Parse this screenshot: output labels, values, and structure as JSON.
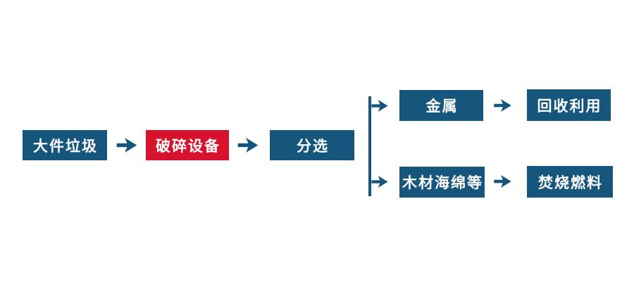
{
  "diagram": {
    "type": "flowchart",
    "background": "#ffffff",
    "colors": {
      "node_blue": "#16567C",
      "node_red": "#D7122C",
      "arrow": "#16567C",
      "text": "#ffffff"
    },
    "nodes": [
      {
        "id": "bulky-waste",
        "label": "大件垃圾",
        "variant": "blue"
      },
      {
        "id": "crushing-equipment",
        "label": "破碎设备",
        "variant": "red"
      },
      {
        "id": "sorting",
        "label": "分选",
        "variant": "blue"
      },
      {
        "id": "metal",
        "label": "金属",
        "variant": "blue"
      },
      {
        "id": "recycling",
        "label": "回收利用",
        "variant": "blue"
      },
      {
        "id": "wood-sponge-etc",
        "label": "木材海绵等",
        "variant": "blue"
      },
      {
        "id": "incineration-fuel",
        "label": "焚烧燃料",
        "variant": "blue"
      }
    ],
    "edges": [
      {
        "from": "bulky-waste",
        "to": "crushing-equipment"
      },
      {
        "from": "crushing-equipment",
        "to": "sorting"
      },
      {
        "from": "sorting",
        "to": "metal"
      },
      {
        "from": "sorting",
        "to": "wood-sponge-etc"
      },
      {
        "from": "metal",
        "to": "recycling"
      },
      {
        "from": "wood-sponge-etc",
        "to": "incineration-fuel"
      }
    ]
  }
}
